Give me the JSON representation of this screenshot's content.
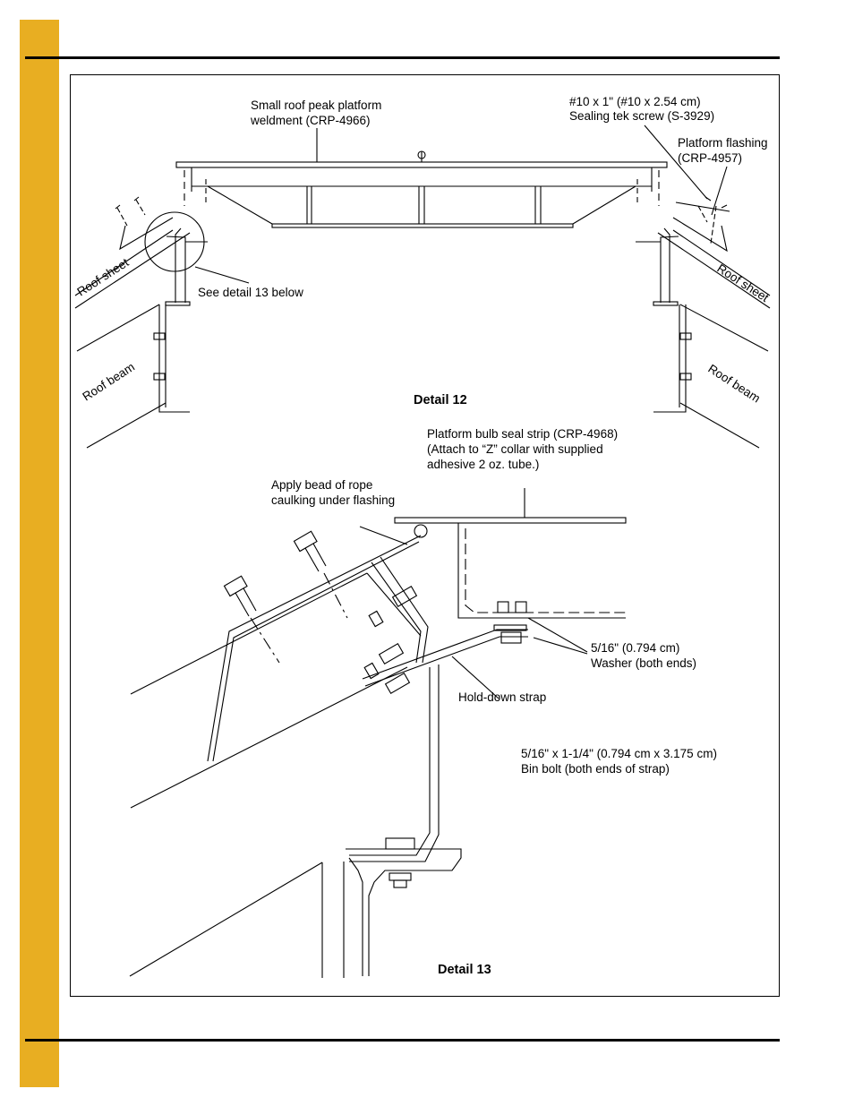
{
  "detail12": {
    "title": "Detail 12",
    "weldment_line1": "Small roof peak platform",
    "weldment_line2": "weldment (CRP-4966)",
    "screw_line1": "#10 x 1\" (#10 x 2.54 cm)",
    "screw_line2": "Sealing tek screw (S-3929)",
    "flashing_line1": "Platform flashing",
    "flashing_line2": "(CRP-4957)",
    "roof_sheet_left": "Roof sheet",
    "roof_sheet_right": "Roof sheet",
    "roof_beam_left": "Roof beam",
    "roof_beam_right": "Roof beam",
    "see_detail": "See detail 13 below"
  },
  "detail13": {
    "title": "Detail 13",
    "seal_line1": "Platform bulb seal strip (CRP-4968)",
    "seal_line2": "(Attach to “Z” collar with supplied",
    "seal_line3": "adhesive 2 oz. tube.)",
    "caulk_line1": "Apply bead of rope",
    "caulk_line2": "caulking under flashing",
    "washer_line1": "5/16\" (0.794 cm)",
    "washer_line2": "Washer (both ends)",
    "strap": "Hold-down strap",
    "bolt_line1": "5/16\" x 1-1/4\" (0.794 cm x 3.175 cm)",
    "bolt_line2": "Bin bolt (both ends of strap)"
  },
  "colors": {
    "side_tab": "#E8AE22",
    "line": "#000000"
  }
}
